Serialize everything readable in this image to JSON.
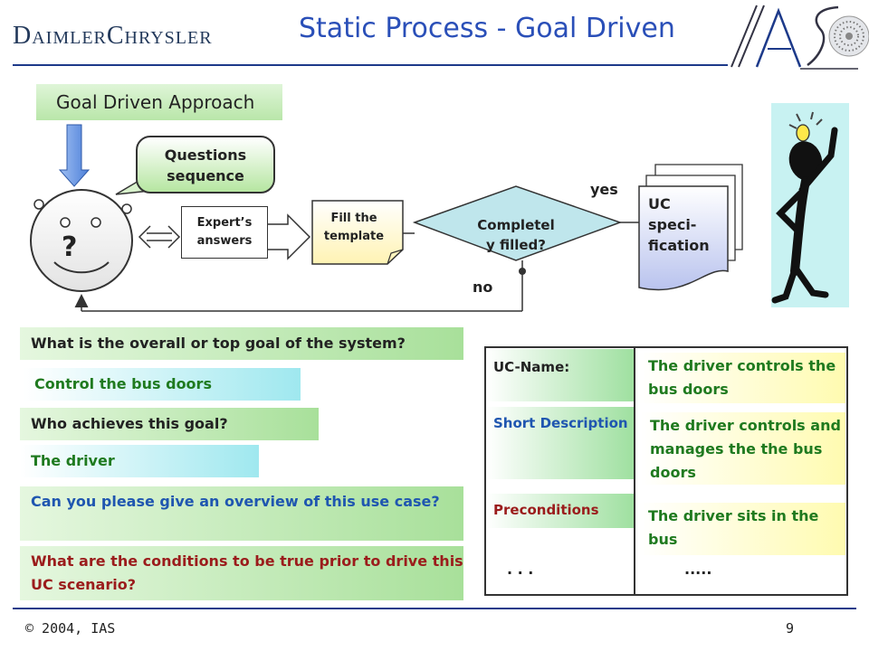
{
  "header": {
    "company_logo": "DaimlerChrysler",
    "title": "Static Process - Goal Driven",
    "ias_logo": "IAS"
  },
  "diagram": {
    "approach_label": "Goal Driven Approach",
    "questions_line1": "Questions",
    "questions_line2": "sequence",
    "question_mark": "?",
    "experts_line1": "Expert’s",
    "experts_line2": "answers",
    "fill_line1": "Fill the",
    "fill_line2": "template",
    "decision_line1": "Completel",
    "decision_line2": "y filled?",
    "yes_label": "yes",
    "no_label": "no",
    "uc_line1": "UC",
    "uc_line2": "speci-",
    "uc_line3": "fication"
  },
  "qa": {
    "q1": "What is the overall or top goal of the system?",
    "a1": "Control the bus doors",
    "q2": "Who achieves this goal?",
    "a2": "The driver",
    "q3": "Can you please give an overview of this use case?",
    "q4": "What are the conditions to be true prior to drive this UC scenario?"
  },
  "template_table": {
    "rows": [
      {
        "label": "UC-Name:",
        "value": "The driver controls the bus doors"
      },
      {
        "label": "Short Description",
        "value": "The driver controls and manages the the bus doors"
      },
      {
        "label": "Preconditions",
        "value": "The driver sits in the bus"
      },
      {
        "label": ". . .",
        "value": "....."
      }
    ]
  },
  "footer": {
    "copyright": "© 2004, IAS",
    "page_number": "9"
  },
  "colors": {
    "title_blue": "#2a4fb8",
    "green_text": "#1f7a1f",
    "blue_text": "#1f56b0",
    "red_text": "#9b1c1c"
  }
}
